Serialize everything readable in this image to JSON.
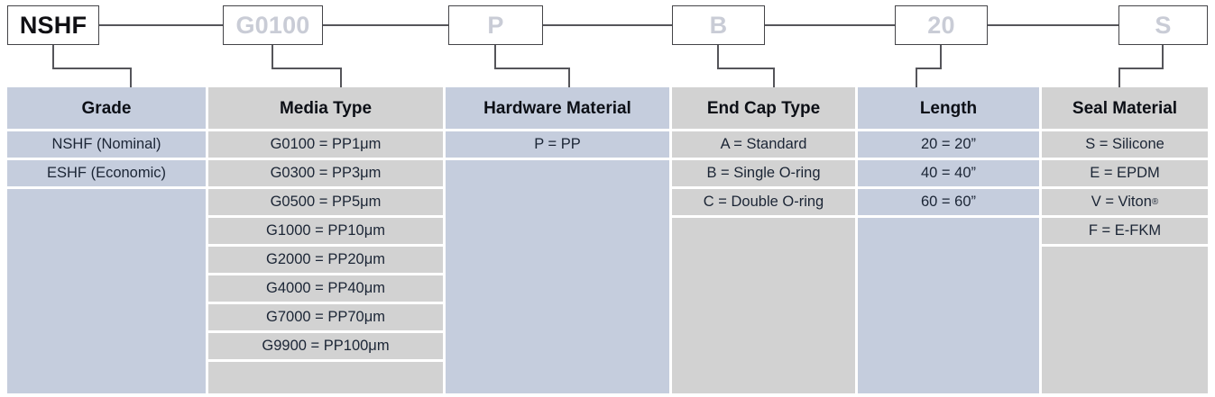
{
  "part_number": {
    "boxes": [
      {
        "value": "NSHF",
        "highlighted": true
      },
      {
        "value": "G0100",
        "highlighted": false
      },
      {
        "value": "P",
        "highlighted": false
      },
      {
        "value": "B",
        "highlighted": false
      },
      {
        "value": "20",
        "highlighted": false
      },
      {
        "value": "S",
        "highlighted": false
      }
    ]
  },
  "table": {
    "columns": [
      {
        "header": "Grade",
        "tone": "#c5cddd",
        "items": [
          "NSHF (Nominal)",
          "ESHF (Economic)"
        ]
      },
      {
        "header": "Media Type",
        "tone": "#d2d2d2",
        "items": [
          "G0100 = PP1μm",
          "G0300 = PP3μm",
          "G0500 = PP5μm",
          "G1000 = PP10μm",
          "G2000 = PP20μm",
          "G4000 = PP40μm",
          "G7000 = PP70μm",
          "G9900 = PP100μm"
        ]
      },
      {
        "header": "Hardware Material",
        "tone": "#c5cddd",
        "items": [
          "P = PP"
        ]
      },
      {
        "header": "End Cap Type",
        "tone": "#d2d2d2",
        "items": [
          "A = Standard",
          "B = Single O-ring",
          "C = Double O-ring"
        ]
      },
      {
        "header": "Length",
        "tone": "#c5cddd",
        "items": [
          "20 = 20”",
          "40 = 40”",
          "60 = 60”"
        ]
      },
      {
        "header": "Seal Material",
        "tone": "#d2d2d2",
        "items": [
          "S = Silicone",
          "E = EPDM",
          "V = Viton®",
          "F = E-FKM"
        ]
      }
    ]
  }
}
